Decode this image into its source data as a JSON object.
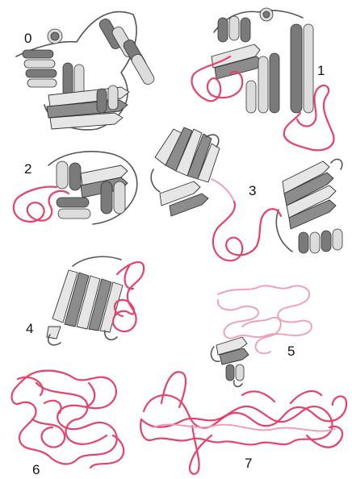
{
  "labels": [
    "0",
    "1",
    "2",
    "3",
    "4",
    "5",
    "6",
    "7"
  ],
  "colors": {
    "ordered_structure": "#8c8c8c",
    "disordered_region": "#e8406a",
    "outline": "#333333"
  }
}
